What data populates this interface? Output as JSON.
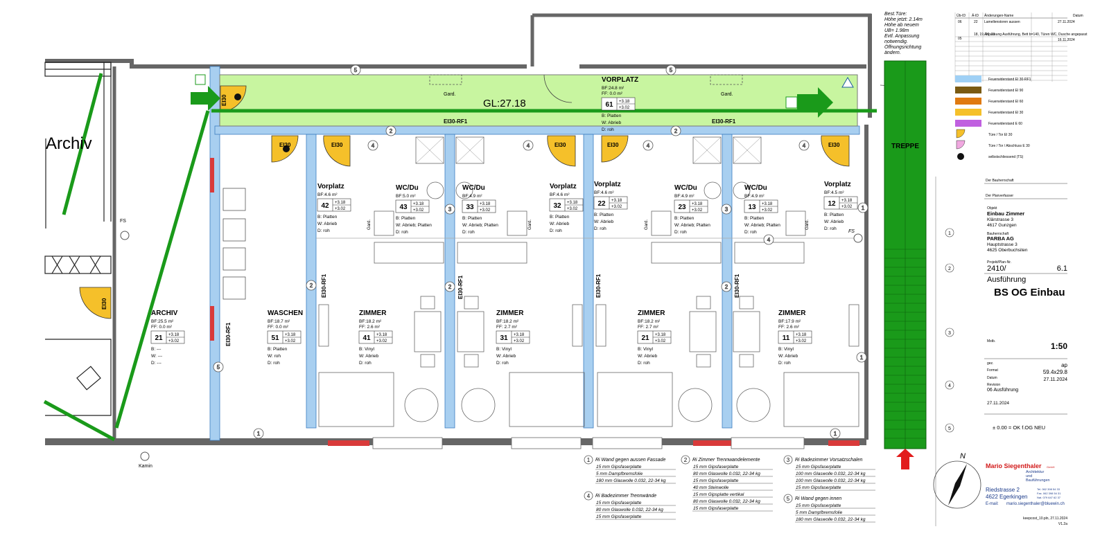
{
  "colors": {
    "corridor": "#c8f5a0",
    "stair": "#1a9a1a",
    "wall_fire": "#a8cff0",
    "door_fire": "#f5c02a",
    "arrow": "#1a9a1a",
    "red_marker": "#e21c1c",
    "wall_dark": "#666666"
  },
  "notes_top": [
    "Best.Türe:",
    "Höhe jetzt: 2.14m",
    "Höhe ab neuem",
    "UB= 1.98m",
    "Evtl. Anpassung",
    "notwendig.",
    "Öffnungsrichtung",
    "ändern."
  ],
  "corridor": {
    "label": "GL:27.18",
    "wall_left": "EI30-RF1",
    "wall_right": "EI30-RF1"
  },
  "rooms": {
    "vorplatz61": {
      "name": "VORPLATZ",
      "bf": "BF:24.8 m²",
      "ff": "FF:  0.0 m²",
      "num": "61",
      "h1": "+3.18",
      "h2": "+3.02",
      "b": "B: Platten",
      "w": "W: Abrieb",
      "d": "D: roh"
    },
    "archiv21": {
      "name": "ARCHIV",
      "bf": "BF:25.5 m²",
      "ff": "FF:  0.0 m²",
      "num": "21",
      "h1": "+3.18",
      "h2": "+3.02",
      "b": "B: ---",
      "w": "W: ---",
      "d": "D: ---"
    },
    "waschen51": {
      "name": "WASCHEN",
      "bf": "BF:18.7 m²",
      "ff": "FF:  0.0 m²",
      "num": "51",
      "h1": "+3.18",
      "h2": "+3.02",
      "b": "B: Platten",
      "w": "W: roh",
      "d": "D: roh"
    },
    "vorplatz42": {
      "name": "Vorplatz",
      "bf": "BF:4.6 m²",
      "num": "42",
      "h1": "+3.18",
      "h2": "+3.02",
      "b": "B: Platten",
      "w": "W: Abrieb",
      "d": "D: roh"
    },
    "wc43": {
      "name": "WC/Du",
      "bf": "BF:5.0 m²",
      "num": "43",
      "h1": "+3.18",
      "h2": "+3.02",
      "b": "B: Platten",
      "w": "W: Abrieb; Platten",
      "d": "D: roh"
    },
    "wc33": {
      "name": "WC/Du",
      "bf": "BF:4.9 m²",
      "num": "33",
      "h1": "+3.18",
      "h2": "+3.02",
      "b": "B: Platten",
      "w": "W: Abrieb; Platten",
      "d": "D: roh"
    },
    "vorplatz32": {
      "name": "Vorplatz",
      "bf": "BF:4.6 m²",
      "num": "32",
      "h1": "+3.18",
      "h2": "+3.02",
      "b": "B: Platten",
      "w": "W: Abrieb",
      "d": "D: roh"
    },
    "vorplatz22": {
      "name": "Vorplatz",
      "bf": "BF:4.6 m²",
      "num": "22",
      "h1": "+3.18",
      "h2": "+3.02",
      "b": "B: Platten",
      "w": "W: Abrieb",
      "d": "D: roh"
    },
    "wc23": {
      "name": "WC/Du",
      "bf": "BF:4.9 m²",
      "num": "23",
      "h1": "+3.18",
      "h2": "+3.02",
      "b": "B: Platten",
      "w": "W: Abrieb; Platten",
      "d": "D: roh"
    },
    "wc13": {
      "name": "WC/Du",
      "bf": "BF:4.9 m²",
      "num": "13",
      "h1": "+3.18",
      "h2": "+3.02",
      "b": "B: Platten",
      "w": "W: Abrieb; Platten",
      "d": "D: roh"
    },
    "vorplatz12": {
      "name": "Vorplatz",
      "bf": "BF:4.5 m²",
      "num": "12",
      "h1": "+3.18",
      "h2": "+3.02",
      "b": "B: Platten",
      "w": "W: Abrieb",
      "d": "D: roh"
    },
    "zimmer41": {
      "name": "ZIMMER",
      "bf": "BF:18.2 m²",
      "ff": "FF:  2.6 m²",
      "num": "41",
      "h1": "+3.18",
      "h2": "+3.02",
      "b": "B: Vinyl",
      "w": "W: Abrieb",
      "d": "D: roh"
    },
    "zimmer31": {
      "name": "ZIMMER",
      "bf": "BF:18.2 m²",
      "ff": "FF:  2.7 m²",
      "num": "31",
      "h1": "+3.18",
      "h2": "+3.02",
      "b": "B: Vinyl",
      "w": "W: Abrieb",
      "d": "D: roh"
    },
    "zimmer21": {
      "name": "ZIMMER",
      "bf": "BF:18.2 m²",
      "ff": "FF:  2.7 m²",
      "num": "21",
      "h1": "+3.18",
      "h2": "+3.02",
      "b": "B: Vinyl",
      "w": "W: Abrieb",
      "d": "D: roh"
    },
    "zimmer11": {
      "name": "ZIMMER",
      "bf": "BF:17.9 m²",
      "ff": "FF:  2.6 m²",
      "num": "11",
      "h1": "+3.18",
      "h2": "+3.02",
      "b": "B: Vinyl",
      "w": "W: Abrieb",
      "d": "D: roh"
    }
  },
  "labels": {
    "archiv_big": "Archiv",
    "treppe": "TREPPE",
    "kamin": "Kamin",
    "fs": "FS",
    "gard": "Gard.",
    "ei30": "EI30",
    "ei30rf1": "EI30-RF1"
  },
  "legend_walls": [
    {
      "num": "1",
      "title": "Ri Wand gegen aussen Fassade",
      "rows": [
        "15 mm  Gipsfaserplatte",
        "5 mm  Dampfbremsfolie",
        "180 mm  Glaswolle 0.032, 22-34 kg"
      ]
    },
    {
      "num": "4",
      "title": "Ri Badezimmer Trennwände",
      "rows": [
        "15 mm  Gipsfaserplatte",
        "80 mm  Glaswolle 0.032, 22-34 kg",
        "15 mm  Gipsfaserplatte"
      ]
    },
    {
      "num": "2",
      "title": "Ri Zimmer Trennwandelemente",
      "rows": [
        "15 mm  Gipsfaserplatte",
        "80 mm  Glaswolle 0.032, 22-34 kg",
        "15 mm  Gipsfaserplatte",
        "40 mm  Steinwolle",
        "15 mm  Gipsplatte vertikal",
        "80 mm  Glaswolle 0.032, 22-34 kg",
        "15 mm  Gipsfaserplatte"
      ]
    },
    {
      "num": "3",
      "title": "Ri Badezimmer Vorsatzschalen",
      "rows": [
        "15 mm  Gipsfaserplatte",
        "100 mm  Glaswolle 0.032, 22-34 kg",
        "100 mm  Glaswolle 0.032, 22-34 kg",
        "15 mm  Gipsfaserplatte"
      ]
    },
    {
      "num": "5",
      "title": "Ri Wand gegen innen",
      "rows": [
        "15 mm  Gipsfaserplatte",
        "5 mm  Dampfbremsfolie",
        "180 mm  Glaswolle 0.032, 22-34 kg"
      ]
    }
  ],
  "revisions": {
    "headers": [
      "Üb-ID",
      "Ä-ID",
      "Änderungen-Name",
      "Datum"
    ],
    "rows": [
      [
        "06",
        "22",
        "Lamellenstoren aussen",
        "27.11.2024"
      ],
      [
        "05",
        "18, 19, 20, 21",
        "Anpassung Ausführung, Bett b=140, Türen WC, Dusche angepasst",
        "16.11.2024"
      ]
    ]
  },
  "color_legend": [
    {
      "color": "#9fd0f5",
      "label": "Feuerwiderstand EI 30-RF1"
    },
    {
      "color": "#7a5a12",
      "label": "Feuerwiderstand EI 90"
    },
    {
      "color": "#e07a10",
      "label": "Feuerwiderstand EI 60"
    },
    {
      "color": "#f5c02a",
      "label": "Feuerwiderstand EI 30"
    },
    {
      "color": "#c060e0",
      "label": "Feuerwiderstand E 60"
    },
    {
      "color": "#f5c02a",
      "label": "Türe / Tor EI 30"
    },
    {
      "color": "#f0a8e0",
      "label": "Türe / Tor / Abschluss E 30"
    },
    {
      "color": "#111111",
      "label": "selbstschliessend (TS)"
    }
  ],
  "titleblock": {
    "bauherrschaft": "Der Bauherrschaft",
    "planverfasser": "Der Planverfasser",
    "objekt_label": "Objekt",
    "objekt": [
      "Einbau Zimmer",
      "Klärstrasse 3",
      "4617 Gunzgen"
    ],
    "bauherr_label": "Bauherrschaft",
    "bauherr": [
      "PARBA AG",
      "Hauptstrasse 3",
      "4625 Oberbuchsiten"
    ],
    "projekt_label": "Projekt/Plan-Nr.",
    "projekt_nr": "2410/",
    "plan_nr": "6.1",
    "phase": "Ausführung",
    "plan_title": "BS OG Einbau",
    "mstb_label": "Mstb.",
    "scale": "1:50",
    "gez_label": "gez.",
    "gez": "ap",
    "format_label": "Format",
    "format": "59.4x29.8",
    "datum_label": "Datum",
    "datum": "27.11.2024",
    "revision_label": "Revision",
    "revision": "06 Ausführung",
    "revision_date": "27.11.2024",
    "zero": "± 0.00 = OK f.OG NEU",
    "row_nums": [
      "1",
      "2",
      "3",
      "4",
      "5"
    ]
  },
  "company": {
    "name": "Mario Siegenthaler",
    "suffix": "GmbH",
    "tag": [
      "Architektur",
      "und",
      "Bauführungen"
    ],
    "street": "Riedstrasse 2",
    "city": "4622 Egerkingen",
    "email_label": "E-mail:",
    "email": "mario.siegenthaler@bluewin.ch",
    "tel": [
      "Tel. 062 398 54 33",
      "Fax. 062 398 54 31",
      "Nat. 079 647 62 37"
    ]
  },
  "footer": [
    "keepcost_10.pln, 27.11.2024",
    "V1.2a"
  ],
  "compass": "N"
}
